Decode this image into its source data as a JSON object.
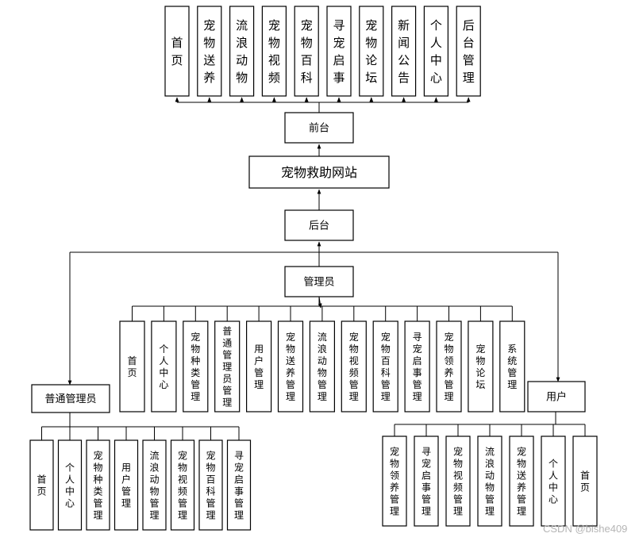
{
  "diagram": {
    "root": "宠物救助网站",
    "frontend": {
      "label": "前台",
      "items": [
        "首页",
        "宠物送养",
        "流浪动物",
        "宠物视频",
        "宠物百科",
        "寻宠启事",
        "宠物论坛",
        "新闻公告",
        "个人中心",
        "后台管理"
      ]
    },
    "backend": {
      "label": "后台",
      "admin": {
        "label": "管理员",
        "items": [
          "首页",
          "个人中心",
          "宠物种类管理",
          "普通管理员管理",
          "用户管理",
          "宠物送养管理",
          "流浪动物管理",
          "宠物视频管理",
          "宠物百科管理",
          "寻宠启事管理",
          "宠物领养管理",
          "宠物论坛",
          "系统管理"
        ]
      },
      "normal_admin": {
        "label": "普通管理员",
        "items": [
          "首页",
          "个人中心",
          "宠物种类管理",
          "用户管理",
          "流浪动物管理",
          "宠物视频管理",
          "宠物百科管理",
          "寻宠启事管理"
        ]
      },
      "user": {
        "label": "用户",
        "items": [
          "宠物领养管理",
          "寻宠启事管理",
          "宠物视频管理",
          "流浪动物管理",
          "宠物送养管理",
          "个人中心",
          "首页"
        ]
      }
    }
  },
  "watermark": "CSDN @bishe409"
}
